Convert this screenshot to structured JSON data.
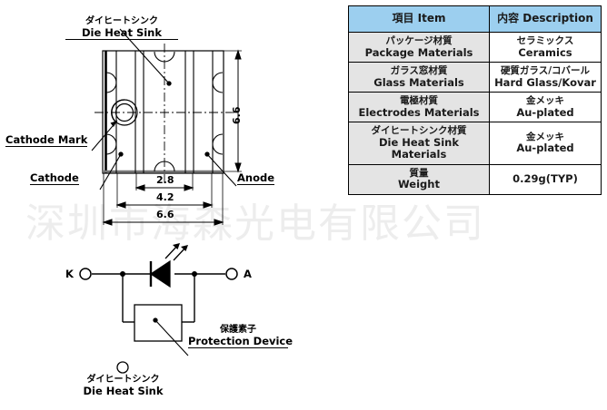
{
  "watermark": {
    "text": "深圳市海森光电有限公司"
  },
  "spec_table": {
    "headers": {
      "item": "項目 Item",
      "description": "内容 Description"
    },
    "rows": [
      {
        "item_jp": "パッケージ材質",
        "item_en": "Package Materials",
        "desc_jp": "セラミックス",
        "desc_en": "Ceramics"
      },
      {
        "item_jp": "ガラス窓材質",
        "item_en": "Glass Materials",
        "desc_jp": "硬質ガラス/コバール",
        "desc_en": "Hard Glass/Kovar"
      },
      {
        "item_jp": "電極材質",
        "item_en": "Electrodes Materials",
        "desc_jp": "金メッキ",
        "desc_en": "Au-plated"
      },
      {
        "item_jp": "ダイヒートシンク材質",
        "item_en": "Die Heat Sink",
        "item_en2": "Materials",
        "desc_jp": "金メッキ",
        "desc_en": "Au-plated"
      },
      {
        "item_jp": "質量",
        "item_en": "Weight",
        "desc_jp": "",
        "desc_en": "0.29g(TYP)"
      }
    ]
  },
  "mechanical_drawing": {
    "labels": {
      "die_heat_sink_jp": "ダイヒートシンク",
      "die_heat_sink_en": "Die Heat Sink",
      "cathode_mark": "Cathode Mark",
      "cathode": "Cathode",
      "anode": "Anode"
    },
    "dimensions": {
      "width_inner": "2.8",
      "width_middle": "4.2",
      "width_outer": "6.6",
      "height": "6.6"
    }
  },
  "circuit_diagram": {
    "terminal_cathode": "K",
    "terminal_anode": "A",
    "protection_device_jp": "保護素子",
    "protection_device_en": "Protection Device",
    "die_heat_sink_jp": "ダイヒートシンク",
    "die_heat_sink_en": "Die Heat Sink"
  },
  "colors": {
    "table_header_bg": "#9ccfef",
    "table_item_bg": "#e4e4e4",
    "line": "#000000",
    "watermark": "#ededed"
  }
}
